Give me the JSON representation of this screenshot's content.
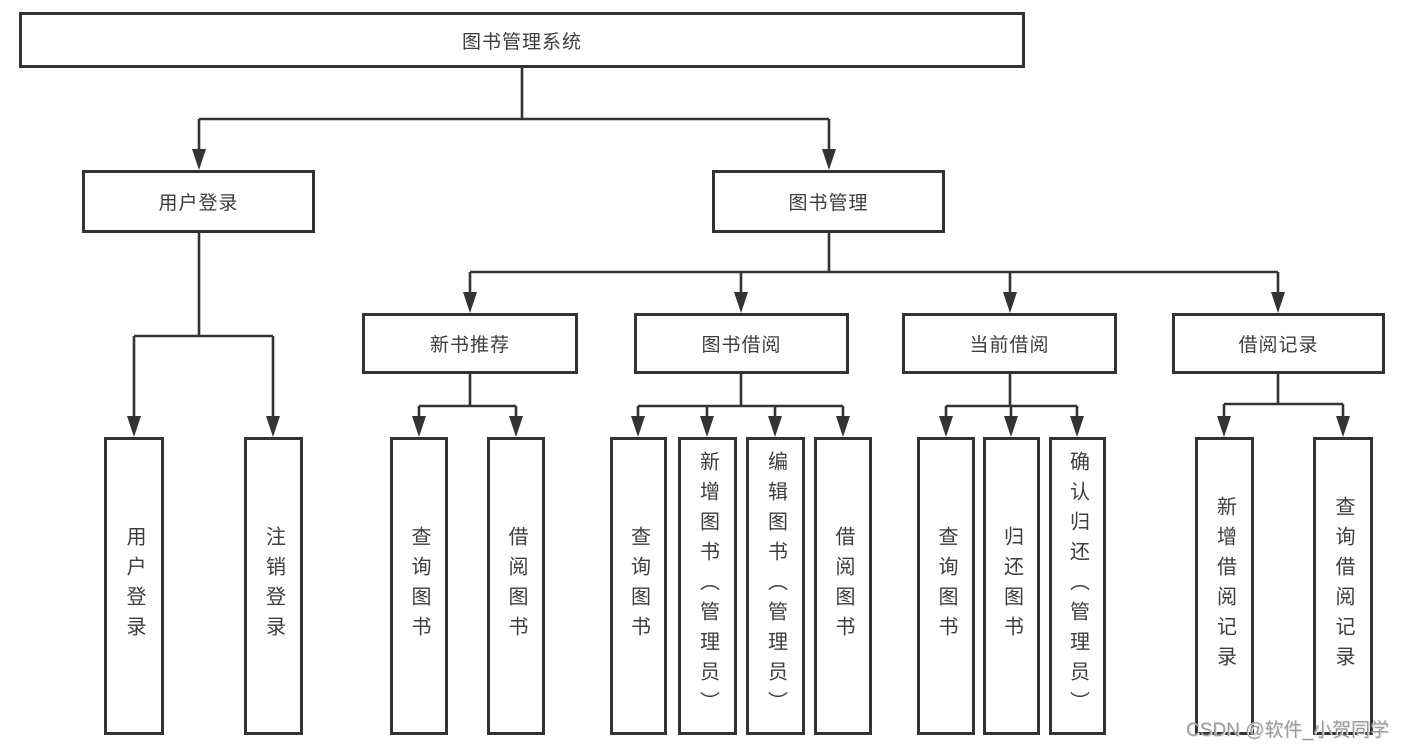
{
  "diagram": {
    "root": {
      "label": "图书管理系统"
    },
    "branches": [
      {
        "label": "用户登录",
        "children": [
          {
            "label": "用户登录"
          },
          {
            "label": "注销登录"
          }
        ]
      },
      {
        "label": "图书管理",
        "children": [
          {
            "label": "新书推荐",
            "children": [
              {
                "label": "查询图书"
              },
              {
                "label": "借阅图书"
              }
            ]
          },
          {
            "label": "图书借阅",
            "children": [
              {
                "label": "查询图书"
              },
              {
                "label": "新增图书（管理员）"
              },
              {
                "label": "编辑图书（管理员）"
              },
              {
                "label": "借阅图书"
              }
            ]
          },
          {
            "label": "当前借阅",
            "children": [
              {
                "label": "查询图书"
              },
              {
                "label": "归还图书"
              },
              {
                "label": "确认归还（管理员）"
              }
            ]
          },
          {
            "label": "借阅记录",
            "children": [
              {
                "label": "新增借阅记录"
              },
              {
                "label": "查询借阅记录"
              }
            ]
          }
        ]
      }
    ]
  },
  "watermark": "CSDN @软件_小贺同学",
  "colors": {
    "line": "#333333",
    "text": "#3d3d3d",
    "watermark": "#9c9c9c",
    "background": "#ffffff"
  }
}
